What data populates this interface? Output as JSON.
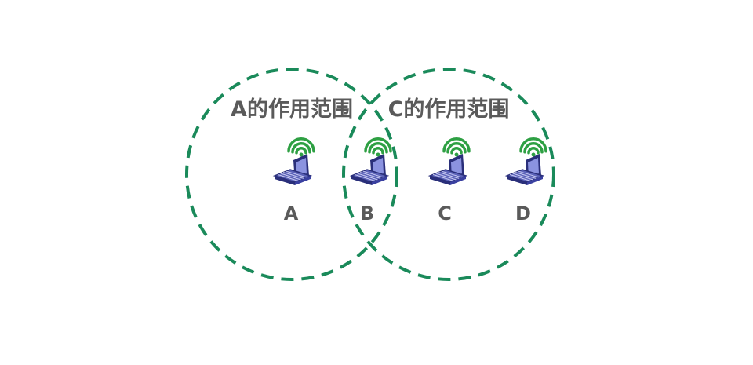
{
  "colors": {
    "circle_stroke": "#1a8a5a",
    "label_text": "#5a5a5a",
    "laptop_body": "#5b62b8",
    "laptop_outline": "#2a2f7a",
    "laptop_screen": "#8b93e0",
    "wifi": "#2ea043"
  },
  "ranges": [
    {
      "id": "A",
      "label": "A的作用范围"
    },
    {
      "id": "C",
      "label": "C的作用范围"
    }
  ],
  "nodes": [
    {
      "id": "A",
      "label": "A",
      "icon": "laptop-wifi-icon"
    },
    {
      "id": "B",
      "label": "B",
      "icon": "laptop-wifi-icon"
    },
    {
      "id": "C",
      "label": "C",
      "icon": "laptop-wifi-icon"
    },
    {
      "id": "D",
      "label": "D",
      "icon": "laptop-wifi-icon"
    }
  ]
}
